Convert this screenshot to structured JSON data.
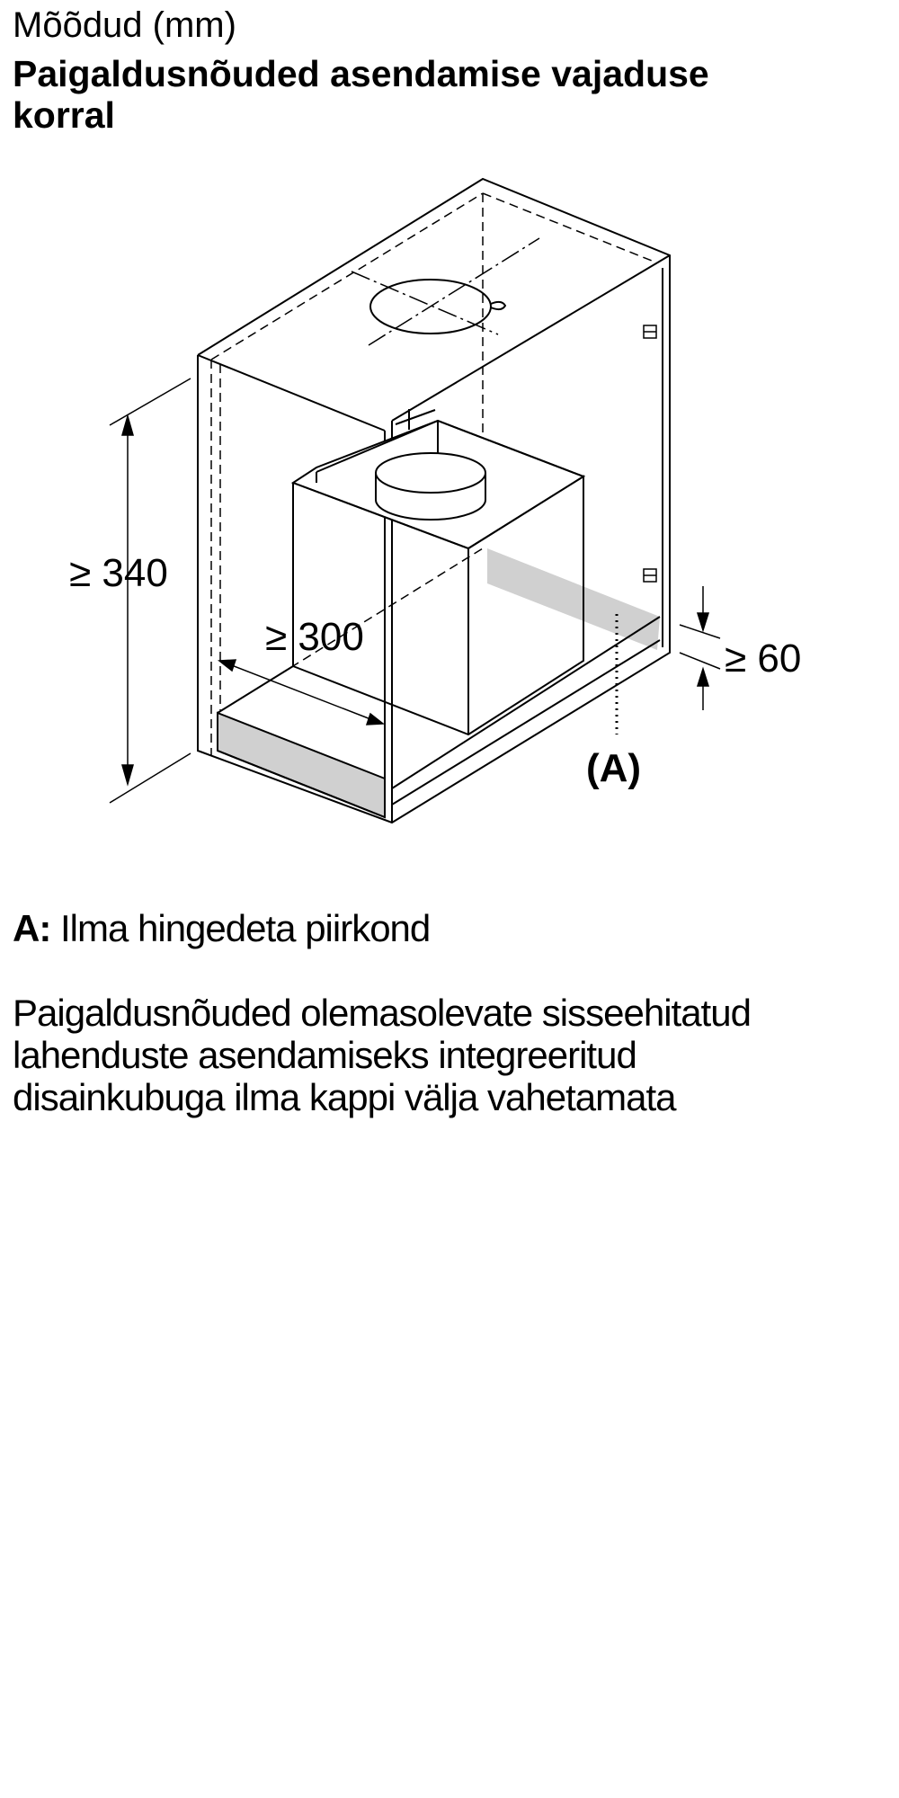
{
  "header": {
    "line1": "Mõõdud (mm)",
    "title_line1": "Paigaldusnõuded asendamise vajaduse",
    "title_line2": "korral"
  },
  "diagram": {
    "dim_height": "≥ 340",
    "dim_depth": "≥ 300",
    "dim_gap": "≥ 60",
    "marker": "(A)"
  },
  "legend": {
    "key": "A:",
    "text": " Ilma hingedeta piirkond"
  },
  "description": [
    "Paigaldusnõuded olemasolevate sisseehitatud",
    "lahenduste asendamiseks integreeritud",
    "disainkubuga ilma kappi välja vahetamata"
  ],
  "colors": {
    "line": "#000000",
    "shade": "#d0d0d0"
  }
}
